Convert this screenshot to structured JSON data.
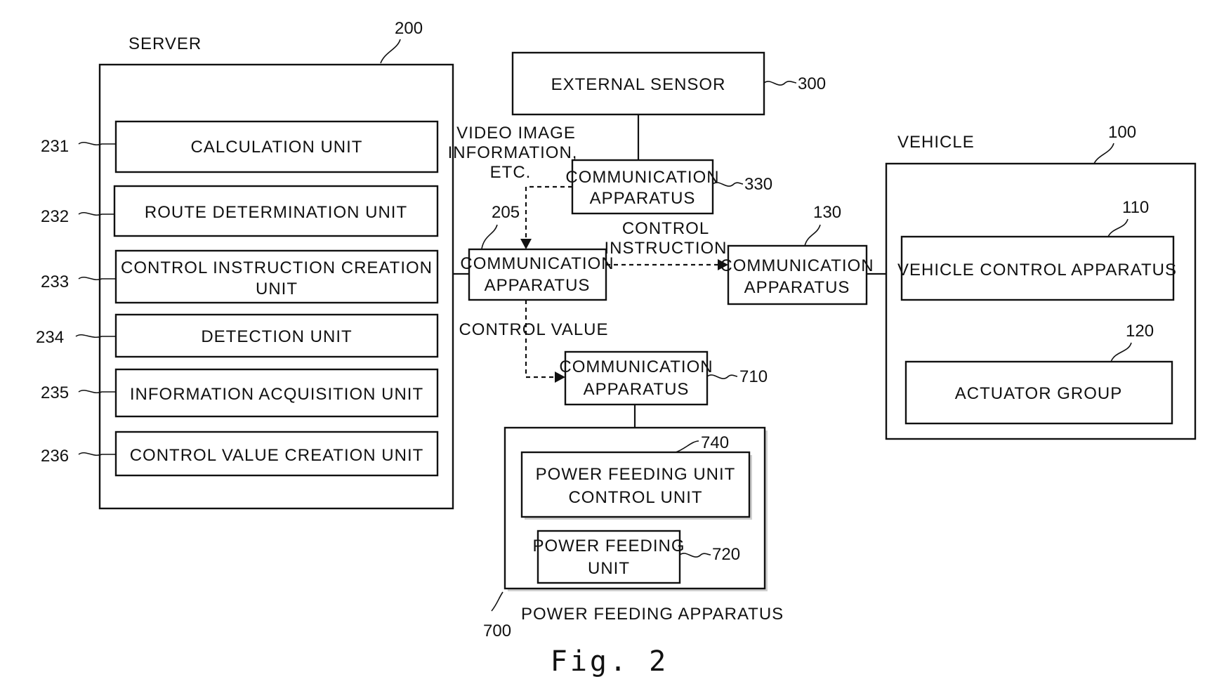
{
  "server": {
    "title": "SERVER",
    "ref": "200",
    "units": [
      {
        "ref": "231",
        "label": "CALCULATION UNIT"
      },
      {
        "ref": "232",
        "label": "ROUTE DETERMINATION UNIT"
      },
      {
        "ref": "233",
        "label_line1": "CONTROL INSTRUCTION CREATION",
        "label_line2": "UNIT"
      },
      {
        "ref": "234",
        "label": "DETECTION UNIT"
      },
      {
        "ref": "235",
        "label": "INFORMATION ACQUISITION UNIT"
      },
      {
        "ref": "236",
        "label": "CONTROL VALUE CREATION UNIT"
      }
    ]
  },
  "external_sensor": {
    "label": "EXTERNAL SENSOR",
    "ref": "300"
  },
  "comm_330": {
    "line1": "COMMUNICATION",
    "line2": "APPARATUS",
    "ref": "330"
  },
  "comm_205": {
    "line1": "COMMUNICATION",
    "line2": "APPARATUS",
    "ref": "205"
  },
  "comm_130": {
    "line1": "COMMUNICATION",
    "line2": "APPARATUS",
    "ref": "130"
  },
  "comm_710": {
    "line1": "COMMUNICATION",
    "line2": "APPARATUS",
    "ref": "710"
  },
  "signals": {
    "video_line1": "VIDEO IMAGE",
    "video_line2": "INFORMATION,",
    "video_line3": "ETC.",
    "control_instruction_line1": "CONTROL",
    "control_instruction_line2": "INSTRUCTION",
    "control_value": "CONTROL VALUE"
  },
  "vehicle": {
    "title": "VEHICLE",
    "ref": "100",
    "control_apparatus": {
      "label": "VEHICLE CONTROL APPARATUS",
      "ref": "110"
    },
    "actuator_group": {
      "label": "ACTUATOR GROUP",
      "ref": "120"
    }
  },
  "power_feeding": {
    "title": "POWER FEEDING APPARATUS",
    "ref": "700",
    "control_unit": {
      "line1": "POWER FEEDING UNIT",
      "line2": "CONTROL UNIT",
      "ref": "740"
    },
    "unit": {
      "line1": "POWER FEEDING",
      "line2": "UNIT",
      "ref": "720"
    }
  },
  "figure_caption": "Fig. 2"
}
